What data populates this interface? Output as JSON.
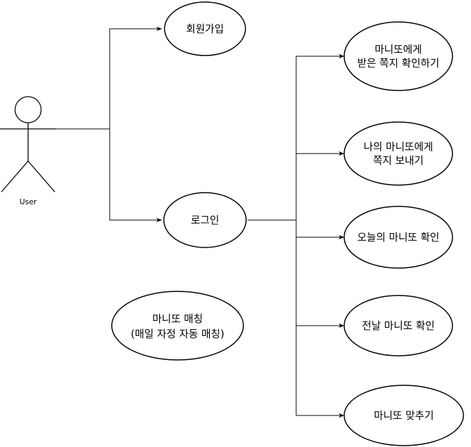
{
  "actor": {
    "label": "User"
  },
  "use_cases": {
    "signup": {
      "lines": [
        "회원가입"
      ]
    },
    "login": {
      "lines": [
        "로그인"
      ]
    },
    "received_notes": {
      "lines": [
        "마니또에게",
        "받은 쪽지 확인하기"
      ]
    },
    "send_note": {
      "lines": [
        "나의 마니또에게",
        "쪽지 보내기"
      ]
    },
    "today_manitto": {
      "lines": [
        "오늘의 마니또 확인"
      ]
    },
    "yesterday_manitto": {
      "lines": [
        "전날 마니또 확인"
      ]
    },
    "guess_manitto": {
      "lines": [
        "마니또 맞추기"
      ]
    },
    "matching": {
      "lines": [
        "마니또 매칭",
        "(매일 자정 자동 매칭)"
      ]
    }
  },
  "colors": {
    "stroke": "#000000",
    "fill": "#ffffff"
  }
}
